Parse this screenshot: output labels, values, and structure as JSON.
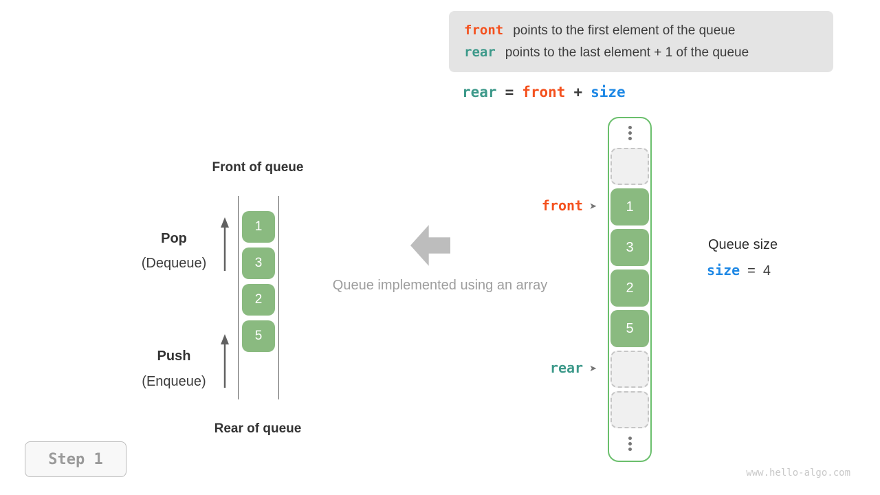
{
  "info_box": {
    "lines": [
      {
        "keyword": "front",
        "text": "points to the first element of the queue"
      },
      {
        "keyword": "rear",
        "text": "points to the last element + 1 of the queue"
      }
    ]
  },
  "formula": {
    "lhs": "rear",
    "eq": "=",
    "op1": "front",
    "plus": "+",
    "op2": "size"
  },
  "left_diagram": {
    "front_label": "Front of queue",
    "rear_label": "Rear of queue",
    "pop": {
      "title": "Pop",
      "subtitle": "(Dequeue)"
    },
    "push": {
      "title": "Push",
      "subtitle": "(Enqueue)"
    },
    "values": [
      "1",
      "3",
      "2",
      "5"
    ]
  },
  "center": {
    "caption": "Queue implemented using an array"
  },
  "array_column": {
    "cells": [
      {
        "type": "ellipsis"
      },
      {
        "type": "empty"
      },
      {
        "type": "value",
        "value": "1"
      },
      {
        "type": "value",
        "value": "3"
      },
      {
        "type": "value",
        "value": "2"
      },
      {
        "type": "value",
        "value": "5"
      },
      {
        "type": "empty"
      },
      {
        "type": "empty"
      },
      {
        "type": "ellipsis"
      }
    ],
    "front_pointer": "front",
    "rear_pointer": "rear",
    "pointer_arrow": "➤"
  },
  "queue_size": {
    "label": "Queue size",
    "var": "size",
    "equals": "=",
    "value": "4"
  },
  "step_badge": "Step 1",
  "watermark": "www.hello-algo.com",
  "colors": {
    "front_orange": "#f4511e",
    "rear_teal": "#3d998a",
    "size_blue": "#1e88e5",
    "cell_green": "#8aba80",
    "column_border_green": "#6abf6c",
    "info_box_gray": "#e4e4e4",
    "muted_gray": "#9e9e9e"
  }
}
